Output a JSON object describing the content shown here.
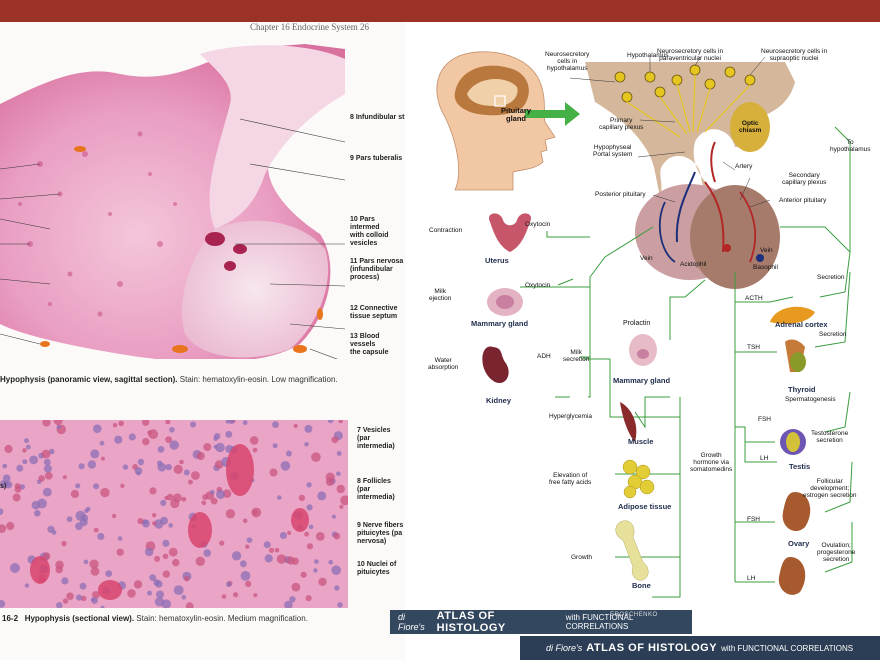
{
  "left_page": {
    "header": "Chapter 16   Endocrine System     26",
    "figure1": {
      "labels": [
        "8 Infundibular st",
        "9 Pars tuberalis",
        "10 Pars intermed\nwith colloid\nvesicles",
        "11 Pars nervosa\n(infundibular\nprocess)",
        "12 Connective\ntissue septum",
        "13 Blood vessels\nthe capsule"
      ],
      "caption_bold": "Hypophysis (panoramic view, sagittal section).",
      "caption_rest": " Stain: hematoxylin-eosin. Low magnification."
    },
    "figure2": {
      "labels": [
        "7 Vesicles (par\nintermedia)",
        "8 Follicles (par\nintermedia)",
        "9 Nerve fibers\npituicytes (pa\nnervosa)",
        "10 Nuclei of\npituicytes"
      ],
      "left_fragment": "s)",
      "caption_num": "16-2",
      "caption_bold": "Hypophysis (sectional view).",
      "caption_rest": " Stain: hematoxylin-eosin. Medium magnification."
    }
  },
  "diagram": {
    "brain_labels": [
      "Neurosecretory\ncells in\nhypothalamus",
      "Hypothalamus",
      "Neurosecretory cells in\nparaventricular nuclei",
      "Neurosecretory cells in\nsupraoptic nuclei",
      "Pituitary\ngland",
      "Primary\ncapillary plexus",
      "Optic\nchiasm",
      "To\nhypothalamus",
      "Hypophyseal\nPortal system",
      "Artery",
      "Secondary\ncapillary plexus",
      "Posterior pituitary",
      "Anterior pituitary",
      "Vein",
      "Vein",
      "Acidophil",
      "Basophil"
    ],
    "hormones": [
      "Oxytocin",
      "Oxytocin",
      "ADH",
      "Prolactin",
      "ACTH",
      "TSH",
      "FSH",
      "LH",
      "FSH",
      "LH",
      "Growth\nhormone via\nsomatomedins"
    ],
    "effects": [
      "Contraction",
      "Milk\nejection",
      "Water\nabsorption",
      "Milk\nsecretion",
      "Secretion",
      "Secretion",
      "Spermatogenesis",
      "Testosterone\nsecretion",
      "Follicular\ndevelopment;\nestrogen secretion",
      "Ovulation;\nprogesterone\nsecretion",
      "Hyperglycemia",
      "Elevation of\nfree fatty acids",
      "Growth"
    ],
    "organs": [
      "Uterus",
      "Mammary gland",
      "Kidney",
      "Mammary gland",
      "Adrenal cortex",
      "Thyroid",
      "Testis",
      "Ovary",
      "Muscle",
      "Adipose tissue",
      "Bone"
    ]
  },
  "banner": {
    "prefix": "di Fiore's",
    "title": "ATLAS OF HISTOLOGY",
    "suffix": "with FUNCTIONAL CORRELATIONS",
    "author": "EROSCHENKO"
  },
  "colors": {
    "top_bar": "#9a3227",
    "stain_pink": "#e79ac0",
    "arrow_green": "#3b9c3e",
    "banner_bg": "#33475f"
  }
}
